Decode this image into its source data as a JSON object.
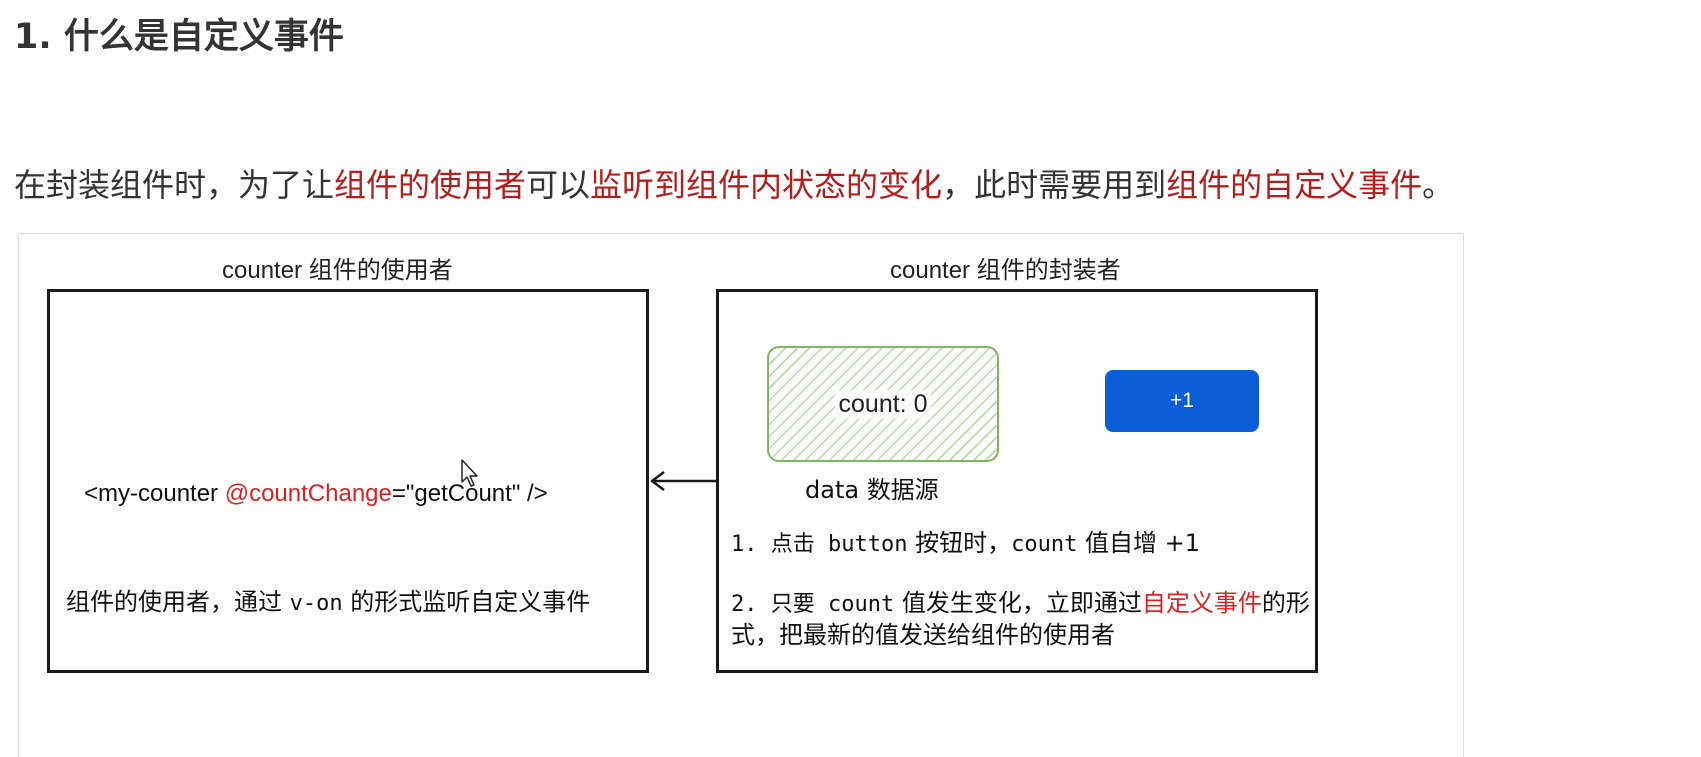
{
  "heading": "1. 什么是自定义事件",
  "intro": {
    "p1": "在封装组件时，为了让",
    "h1": "组件的使用者",
    "p2": "可以",
    "h2": "监听到组件内状态的变化",
    "p3": "，此时需要用到",
    "h3": "组件的自定义事件",
    "p4": "。"
  },
  "diagram": {
    "left": {
      "title": "counter 组件的使用者",
      "code_prefix": "<my-counter ",
      "code_event": "@countChange",
      "code_suffix": "=\"getCount\" />",
      "note_a": "组件的使用者，通过 ",
      "note_mono": "v-on",
      "note_b": " 的形式监听自定义事件"
    },
    "right": {
      "title": "counter 组件的封装者",
      "data_label": "count: 0",
      "button_label": "+1",
      "data_caption": "data 数据源",
      "step1_a": "1. 点击 ",
      "step1_b": "button",
      "step1_c": " 按钮时，",
      "step1_d": "count",
      "step1_e": " 值自增 +1",
      "step2_a": "2. 只要 ",
      "step2_b": "count",
      "step2_c": " 值发生变化，立即通过",
      "step2_d": "自定义事件",
      "step2_e": "的形式，把最新的值发送给组件的使用者"
    }
  },
  "colors": {
    "highlight": "#b71c1c",
    "event_red": "#e02020",
    "button_blue": "#0a5ed7",
    "data_green": "#82b366"
  }
}
